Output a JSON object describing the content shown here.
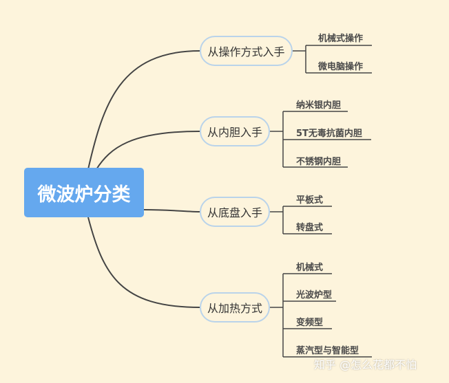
{
  "root": {
    "label": "微波炉分类"
  },
  "branches": [
    {
      "label": "从操作方式入手",
      "leaves": [
        "机械式操作",
        "微电脑操作"
      ]
    },
    {
      "label": "从内胆入手",
      "leaves": [
        "纳米银内胆",
        "5T无毒抗菌内胆",
        "不锈钢内胆"
      ]
    },
    {
      "label": "从底盘入手",
      "leaves": [
        "平板式",
        "转盘式"
      ]
    },
    {
      "label": "从加热方式",
      "leaves": [
        "机械式",
        "光波炉型",
        "变频型",
        "蒸汽型与智能型"
      ]
    }
  ],
  "watermark": "知乎 @怎么花都不怕",
  "colors": {
    "background": "#fdf4dc",
    "root_fill": "#65a8ee",
    "branch_border": "#b9d3ea",
    "connector": "#444444"
  }
}
